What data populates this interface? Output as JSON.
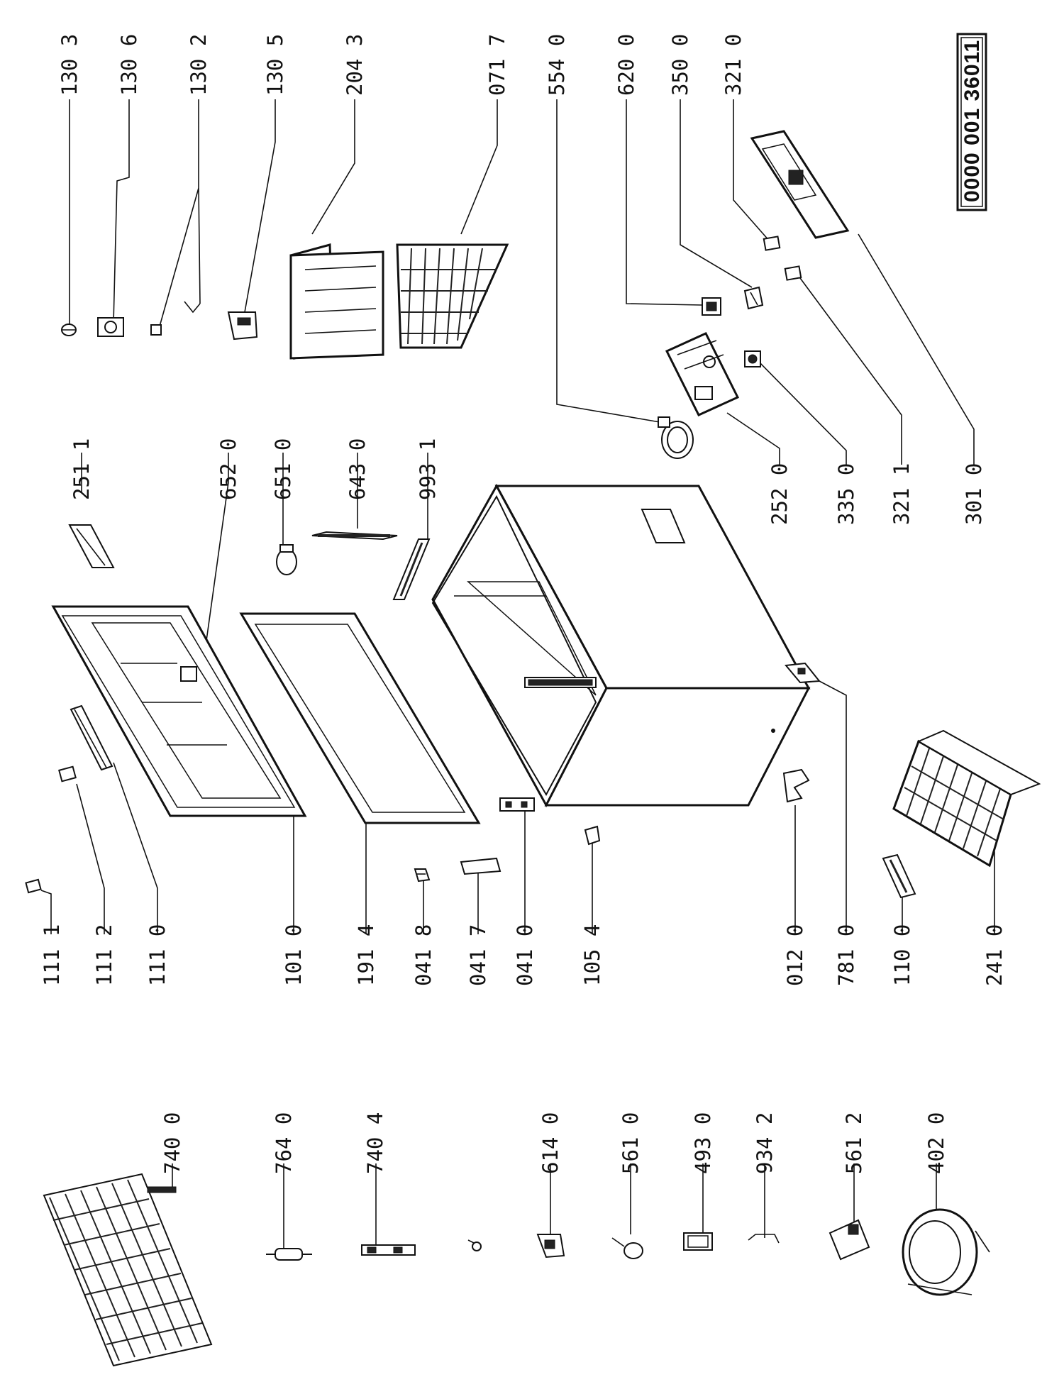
{
  "document_number": "0000 001 36011",
  "labels": {
    "p7400": "740 0",
    "p7640": "764 0",
    "p7404": "740 4",
    "p6140": "614 0",
    "p5610": "561 0",
    "p4930": "493 0",
    "p9342": "934 2",
    "p5612": "561 2",
    "p4020": "402 0",
    "p1111": "111 1",
    "p1112": "111 2",
    "p1110": "111 0",
    "p1010": "101 0",
    "p1914": "191 4",
    "p0418": "041 8",
    "p0417": "041 7",
    "p0410": "041 0",
    "p1054": "105 4",
    "p0120": "012 0",
    "p7810": "781 0",
    "p1100": "110 0",
    "p2410": "241 0",
    "p2511": "251 1",
    "p6520": "652 0",
    "p6510": "651 0",
    "p6430": "643 0",
    "p9931": "993 1",
    "p2520": "252 0",
    "p3350": "335 0",
    "p3211": "321 1",
    "p3010": "301 0",
    "p1303": "130 3",
    "p1306": "130 6",
    "p1302": "130 2",
    "p1305": "130 5",
    "p2043": "204 3",
    "p0717": "071 7",
    "p5540": "554 0",
    "p6200": "620 0",
    "p3500": "350 0",
    "p3210": "321 0"
  }
}
